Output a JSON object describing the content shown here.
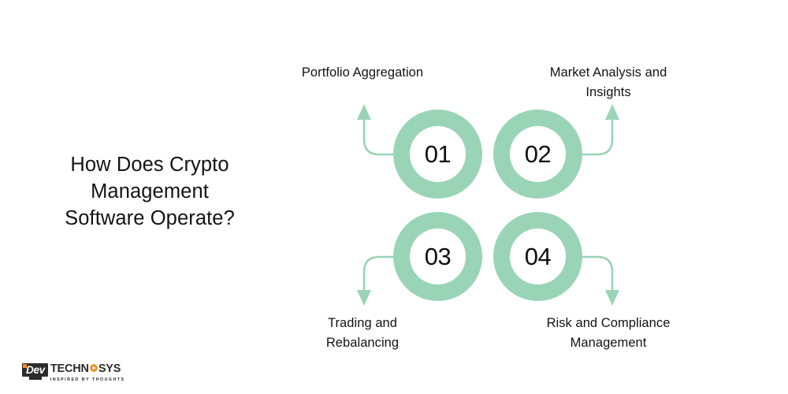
{
  "page": {
    "background_color": "#ffffff",
    "accent_color": "#9ad4b6",
    "text_color": "#131313"
  },
  "heading": {
    "line1": "How Does Crypto",
    "line2": "Management",
    "line3": "Software Operate?",
    "full_text": "How Does Crypto Management Software Operate?"
  },
  "steps": [
    {
      "number": "01",
      "label_line1": "Portfolio Aggregation",
      "label_line2": "",
      "label_full": "Portfolio Aggregation",
      "position": "top-left",
      "arrow_direction": "up-left"
    },
    {
      "number": "02",
      "label_line1": "Market Analysis and",
      "label_line2": "Insights",
      "label_full": "Market Analysis and Insights",
      "position": "top-right",
      "arrow_direction": "up-right"
    },
    {
      "number": "03",
      "label_line1": "Trading and",
      "label_line2": "Rebalancing",
      "label_full": "Trading and Rebalancing",
      "position": "bottom-left",
      "arrow_direction": "down-left"
    },
    {
      "number": "04",
      "label_line1": "Risk and Compliance",
      "label_line2": "Management",
      "label_full": "Risk and Compliance Management",
      "position": "bottom-right",
      "arrow_direction": "down-right"
    }
  ],
  "logo": {
    "mark_text": "Dev",
    "word_before": "TECHN",
    "word_after": "SYS",
    "gear_icon": "gear-icon",
    "tagline": "INSPIRED BY THOUGHTS",
    "accent_color": "#f28c1b",
    "dark_color": "#2b2b2b"
  }
}
